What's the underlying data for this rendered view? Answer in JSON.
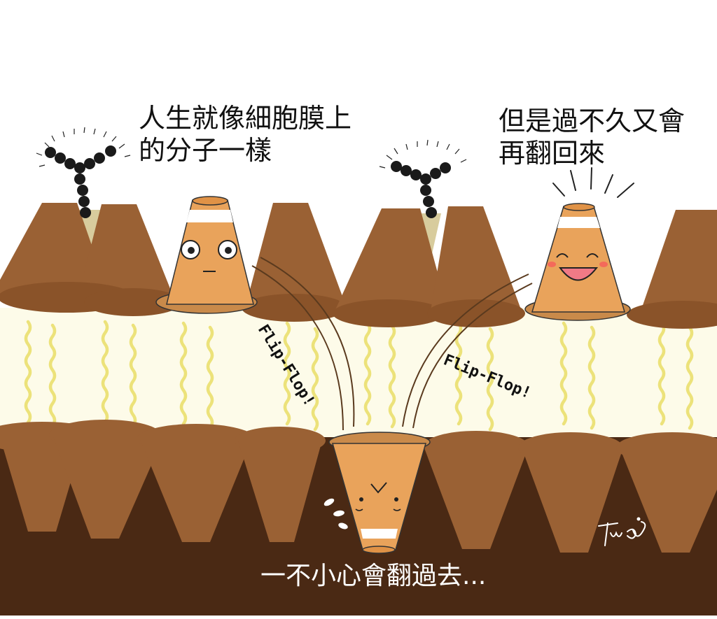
{
  "captions": {
    "top_left": [
      "人生就像細胞膜上",
      "的分子一樣"
    ],
    "top_right": [
      "但是過不久又會",
      "再翻回來"
    ],
    "bottom": "一不小心會翻過去..."
  },
  "sound_effects": {
    "left": "Flip-Flop!",
    "right": "Flip-Flop!"
  },
  "signature": "Twiw",
  "colors": {
    "background": "#ffffff",
    "lipid_head": "#9a6134",
    "lipid_head_dark": "#8a5329",
    "cone_body": "#e9a35b",
    "cone_stripe": "#ffffff",
    "tail_band": "#fdfbe9",
    "tail": "#ece27a",
    "lower_leaflet_bg": "#4a2914",
    "glycan_bead": "#1a1a1a"
  },
  "icons": [
    "glycan-chain-icon",
    "motion-lines-icon",
    "sweat-drops-icon"
  ]
}
